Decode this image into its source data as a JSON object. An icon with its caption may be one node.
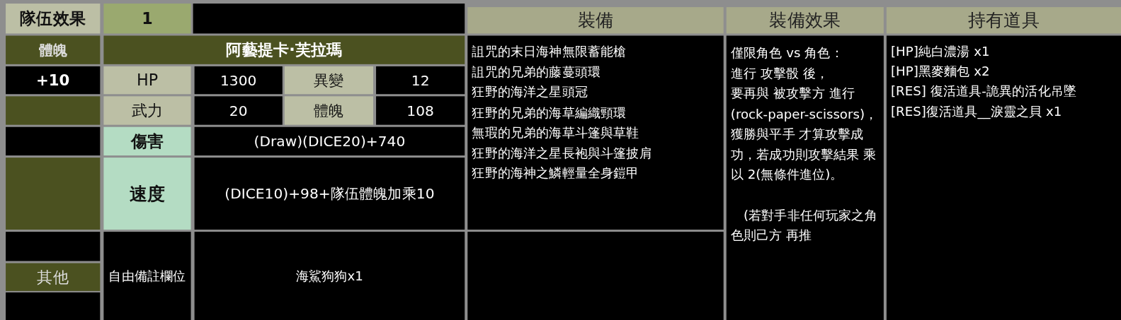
{
  "diagram": {
    "labels": [
      "隊伍效果",
      "1",
      "裝備",
      "裝備效果",
      "持有道具",
      "體魄",
      "阿藝提卡·芙拉瑪",
      "詛咒的末日海神無限蓄能槍",
      "詛咒的兄弟的藤蔓頭環",
      "狂野的海洋之星頭冠",
      "狂野的兄弟的海草編織頸環",
      "無瑕的兄弟的海草斗篷與草鞋",
      "狂野的海洋之星長袍與斗篷披肩",
      "狂野的海神之鱗輕量全身鎧甲",
      "僅限角色 vs 角色：",
      "進行 攻擊骰 後，",
      "要再與 被攻擊方 進行 (rock-paper-scissors)，",
      "獲勝與平手 才算攻擊成功，若成功則攻擊結果 乘以 2(無條件進位)。",
      "(若對手非任何玩家之角色則己方 再推",
      "[HP]純白濃湯 x1",
      "[HP]黑麥麵包 x2",
      "[RES] 復活道具-詭異的活化吊墜",
      "[RES]復活道具__淚靈之貝 x1",
      "+10",
      "HP",
      "1300",
      "異變",
      "12",
      "武力",
      "20",
      "體魄",
      "108",
      "傷害",
      "(Draw)(DICE20)+740",
      "速度",
      "(DICE10)+98+隊伍體魄加乘10",
      "其他",
      "自由備註欄位",
      "海鯊狗狗x1"
    ]
  }
}
